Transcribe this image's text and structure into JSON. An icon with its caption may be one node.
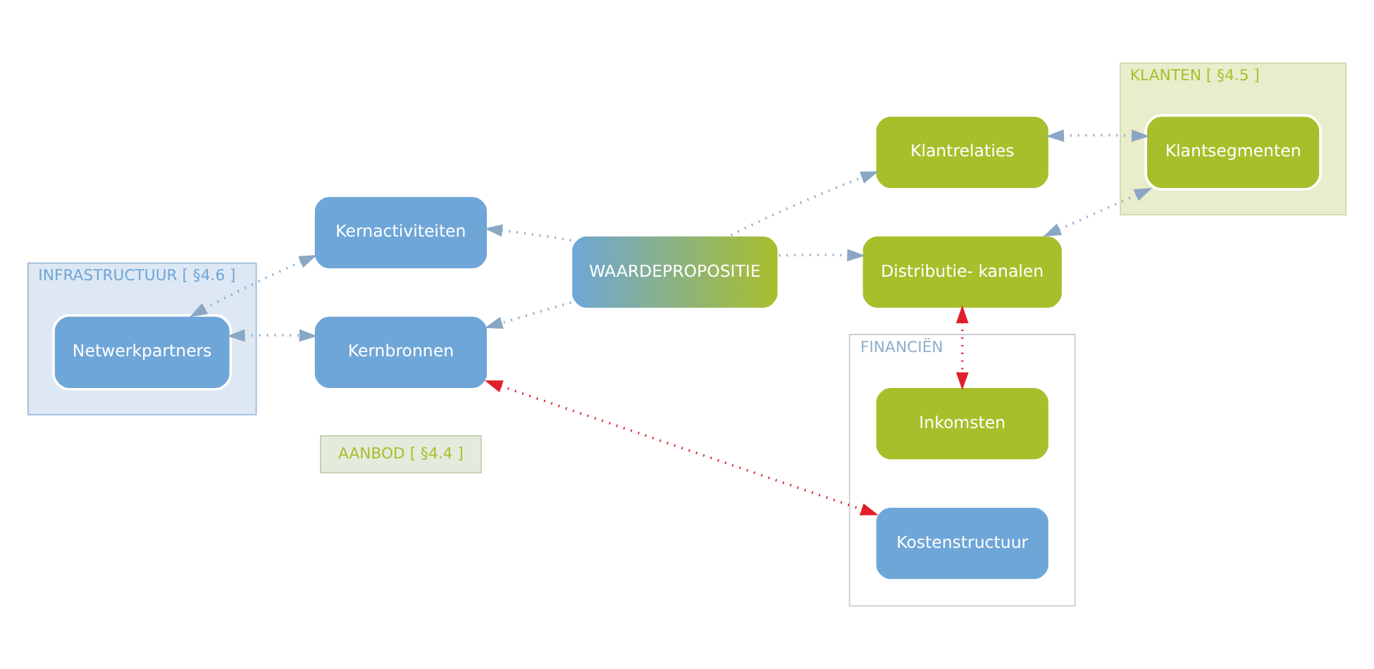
{
  "diagram": {
    "nodes": [
      {
        "text": [
          "INFRASTRUCTUUR [ §4.6 ]"
        ]
      },
      {
        "text": [
          "Netwerkpartners"
        ],
        "in": 0
      },
      {
        "text": [
          "Kernactiviteiten"
        ]
      },
      {
        "text": [
          "Kernbronnen"
        ]
      },
      {
        "text": [
          "AANBOD [ §4.4 ]"
        ]
      },
      {
        "text": [
          "WAARDEPROPOSITIE"
        ]
      },
      {
        "text": [
          "KLANTEN [ §4.5 ]"
        ]
      },
      {
        "text": [
          "Klantrelaties"
        ]
      },
      {
        "text": [
          "Klantsegmenten"
        ],
        "in": 6
      },
      {
        "text": [
          "Distributie- kanalen"
        ]
      },
      {
        "text": [
          "FINANCIËN"
        ]
      },
      {
        "text": [
          "Kostenstructuur"
        ],
        "in": 10
      },
      {
        "text": [
          "Inkomsten"
        ],
        "in": 10
      }
    ],
    "edges": [
      {
        "from": 5,
        "to": 2,
        "arrow": "to"
      },
      {
        "from": 1,
        "to": 2,
        "arrow": "both"
      },
      {
        "from": 1,
        "to": 3,
        "arrow": "both"
      },
      {
        "from": 5,
        "to": 3,
        "arrow": "to"
      },
      {
        "from": 5,
        "to": 7,
        "arrow": "to"
      },
      {
        "from": 7,
        "to": 8,
        "arrow": "both"
      },
      {
        "from": 8,
        "to": 9,
        "arrow": "both"
      },
      {
        "from": 5,
        "to": 9,
        "arrow": "to"
      },
      {
        "from": 3,
        "to": 11,
        "arrow": "both",
        "color": "#e0202a"
      },
      {
        "from": 9,
        "to": 12,
        "arrow": "both",
        "color": "#e0202a"
      }
    ]
  }
}
